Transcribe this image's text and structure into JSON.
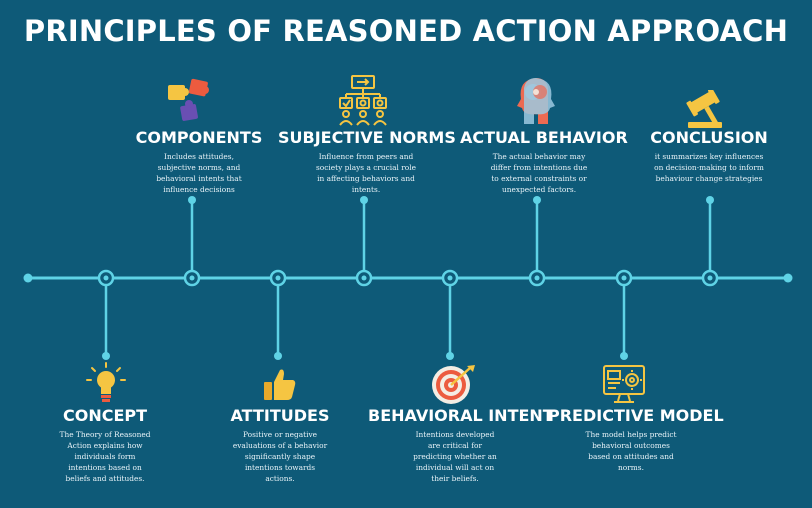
{
  "title": "PRINCIPLES OF REASONED ACTION APPROACH",
  "colors": {
    "background": "#0e5a78",
    "timeline": "#5fd3e6",
    "text": "#ffffff"
  },
  "top_items": [
    {
      "heading": "COMPONENTS",
      "icon": "puzzle-icon",
      "desc": "Includes attitudes, subjective norms, and behavioral intents that influence decisions"
    },
    {
      "heading": "SUBJECTIVE NORMS",
      "icon": "group-network-icon",
      "desc": "Influence from peers and society plays a crucial role in affecting behaviors and intents."
    },
    {
      "heading": "ACTUAL BEHAVIOR",
      "icon": "brain-heads-icon",
      "desc": "The actual behavior may differ from intentions due to external constraints or unexpected factors."
    },
    {
      "heading": "CONCLUSION",
      "icon": "gavel-icon",
      "desc": "it summarizes key influences on decision-making to inform behaviour change strategies"
    }
  ],
  "bottom_items": [
    {
      "heading": "CONCEPT",
      "icon": "lightbulb-icon",
      "desc": "The Theory of Reasoned Action explains how individuals form intentions based on beliefs and attitudes."
    },
    {
      "heading": "ATTITUDES",
      "icon": "thumbs-up-icon",
      "desc": "Positive or negative evaluations of a behavior significantly shape intentions towards actions."
    },
    {
      "heading": "BEHAVIORAL INTENT",
      "icon": "target-icon",
      "desc": "Intentions developed are critical for predicting whether an individual will act on their beliefs."
    },
    {
      "heading": "PREDICTIVE MODEL",
      "icon": "monitor-gear-icon",
      "desc": "The model helps predict behavioral outcomes based on attitudes and norms."
    }
  ]
}
